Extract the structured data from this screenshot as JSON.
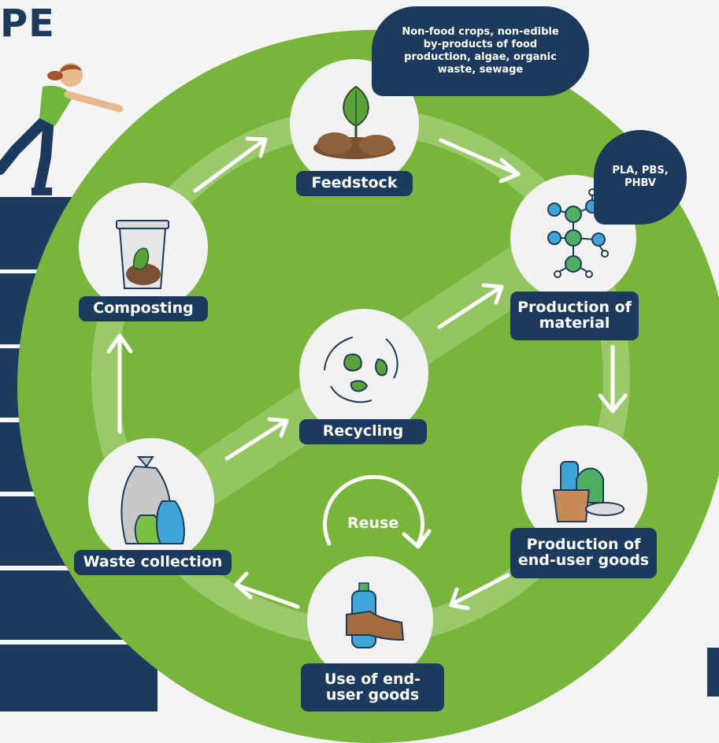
{
  "header": {
    "title_fragment": "PE"
  },
  "bubbles": {
    "feedstock_note": "Non-food crops, non-edible by-products of food production, algae, organic waste, sewage",
    "material_note": "PLA, PBS, PHBV"
  },
  "nodes": {
    "feedstock": "Feedstock",
    "production_material": "Production of material",
    "production_goods": "Production of end-user goods",
    "use_goods": "Use of end-user goods",
    "waste_collection": "Waste collection",
    "composting": "Composting",
    "recycling": "Recycling"
  },
  "loop": {
    "reuse": "Reuse"
  },
  "colors": {
    "navy": "#1c3a5e",
    "green": "#77b53b",
    "node_bg": "#f2f2f2"
  },
  "icons": [
    "plant-sprout-icon",
    "molecule-icon",
    "products-icon",
    "hand-bottle-icon",
    "waste-bags-icon",
    "compost-bin-icon",
    "recycle-leaves-icon",
    "person-pushing-icon"
  ]
}
